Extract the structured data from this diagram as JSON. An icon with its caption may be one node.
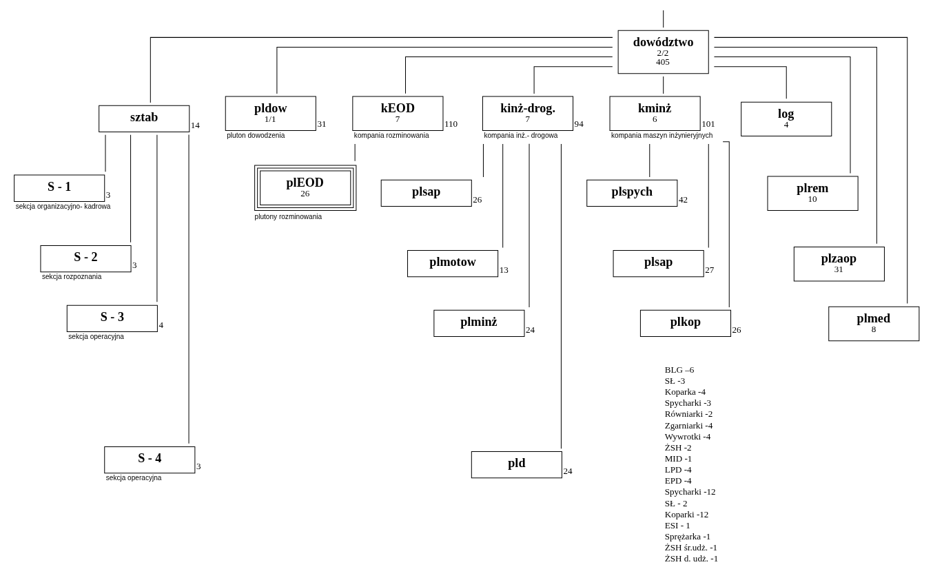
{
  "diagram": {
    "nodes": [
      {
        "text": [
          "dowództwo",
          "2/2",
          "405"
        ]
      },
      {
        "text": [
          "sztab"
        ],
        "beside": [
          "14"
        ]
      },
      {
        "text": [
          "pldow",
          "1/1"
        ],
        "beside": [
          "31",
          "pluton dowodzenia"
        ]
      },
      {
        "text": [
          "kEOD",
          "7"
        ],
        "beside": [
          "110",
          "kompania rozminowania"
        ]
      },
      {
        "text": [
          "kinż-drog.",
          "7"
        ],
        "beside": [
          "94",
          "kompania inż.- drogowa"
        ]
      },
      {
        "text": [
          "kminż",
          "6"
        ],
        "beside": [
          "101",
          "kompania maszyn inżynieryjnych"
        ]
      },
      {
        "text": [
          "log",
          "4"
        ]
      },
      {
        "text": [
          "S - 1"
        ],
        "beside": [
          "3",
          "sekcja organizacyjno- kadrowa"
        ]
      },
      {
        "text": [
          "S - 2"
        ],
        "beside": [
          "3",
          "sekcja rozpoznania"
        ]
      },
      {
        "text": [
          "S - 3"
        ],
        "beside": [
          "4",
          "sekcja operacyjna"
        ]
      },
      {
        "text": [
          "S - 4"
        ],
        "beside": [
          "3",
          "sekcja operacyjna"
        ]
      },
      {
        "text": [
          "plEOD",
          "26"
        ],
        "beside": [
          "plutony rozminowania"
        ]
      },
      {
        "text": [
          "plsap"
        ],
        "beside": [
          "26"
        ]
      },
      {
        "text": [
          "plmotow"
        ],
        "beside": [
          "13"
        ]
      },
      {
        "text": [
          "plminż"
        ],
        "beside": [
          "24"
        ]
      },
      {
        "text": [
          "pld"
        ],
        "beside": [
          "24"
        ]
      },
      {
        "text": [
          "plspych"
        ],
        "beside": [
          "42"
        ]
      },
      {
        "text": [
          "plsap"
        ],
        "beside": [
          "27"
        ]
      },
      {
        "text": [
          "plkop"
        ],
        "beside": [
          "26"
        ]
      },
      {
        "text": [
          "plrem",
          "10"
        ]
      },
      {
        "text": [
          "plzaop",
          "31"
        ]
      },
      {
        "text": [
          "plmed",
          "8"
        ]
      }
    ],
    "edges": [
      {
        "from": null,
        "to": 0,
        "arrow": "none"
      },
      {
        "from": 0,
        "to": 1,
        "arrow": "none"
      },
      {
        "from": 0,
        "to": 2,
        "arrow": "none"
      },
      {
        "from": 0,
        "to": 3,
        "arrow": "none"
      },
      {
        "from": 0,
        "to": 4,
        "arrow": "none"
      },
      {
        "from": 0,
        "to": 5,
        "arrow": "none"
      },
      {
        "from": 0,
        "to": 6,
        "arrow": "none"
      },
      {
        "from": 1,
        "to": 7,
        "arrow": "none"
      },
      {
        "from": 1,
        "to": 8,
        "arrow": "none"
      },
      {
        "from": 1,
        "to": 9,
        "arrow": "none"
      },
      {
        "from": 1,
        "to": 10,
        "arrow": "none"
      },
      {
        "from": 3,
        "to": 11,
        "arrow": "none"
      },
      {
        "from": 4,
        "to": 12,
        "arrow": "none"
      },
      {
        "from": 4,
        "to": 13,
        "arrow": "none"
      },
      {
        "from": 4,
        "to": 14,
        "arrow": "none"
      },
      {
        "from": 4,
        "to": 15,
        "arrow": "none"
      },
      {
        "from": 5,
        "to": 16,
        "arrow": "none"
      },
      {
        "from": 5,
        "to": 17,
        "arrow": "none"
      },
      {
        "from": 5,
        "to": 18,
        "arrow": "none"
      },
      {
        "from": 0,
        "to": 19,
        "arrow": "none"
      },
      {
        "from": 0,
        "to": 20,
        "arrow": "none"
      },
      {
        "from": 0,
        "to": 21,
        "arrow": "none"
      }
    ],
    "labels": [
      "BLG –6",
      "SŁ -3",
      "Koparka -4",
      "Spycharki -3",
      "Równiarki -2",
      "Zgarniarki -4",
      "Wywrotki -4",
      "ŻSH -2",
      "MID -1",
      "LPD -4",
      "EPD -4",
      "Spycharki -12",
      "SŁ - 2",
      "Koparki -12",
      "ESI - 1",
      "Sprężarka -1",
      "ŻSH śr.udż. -1",
      "ŻSH d. udż. -1"
    ]
  }
}
